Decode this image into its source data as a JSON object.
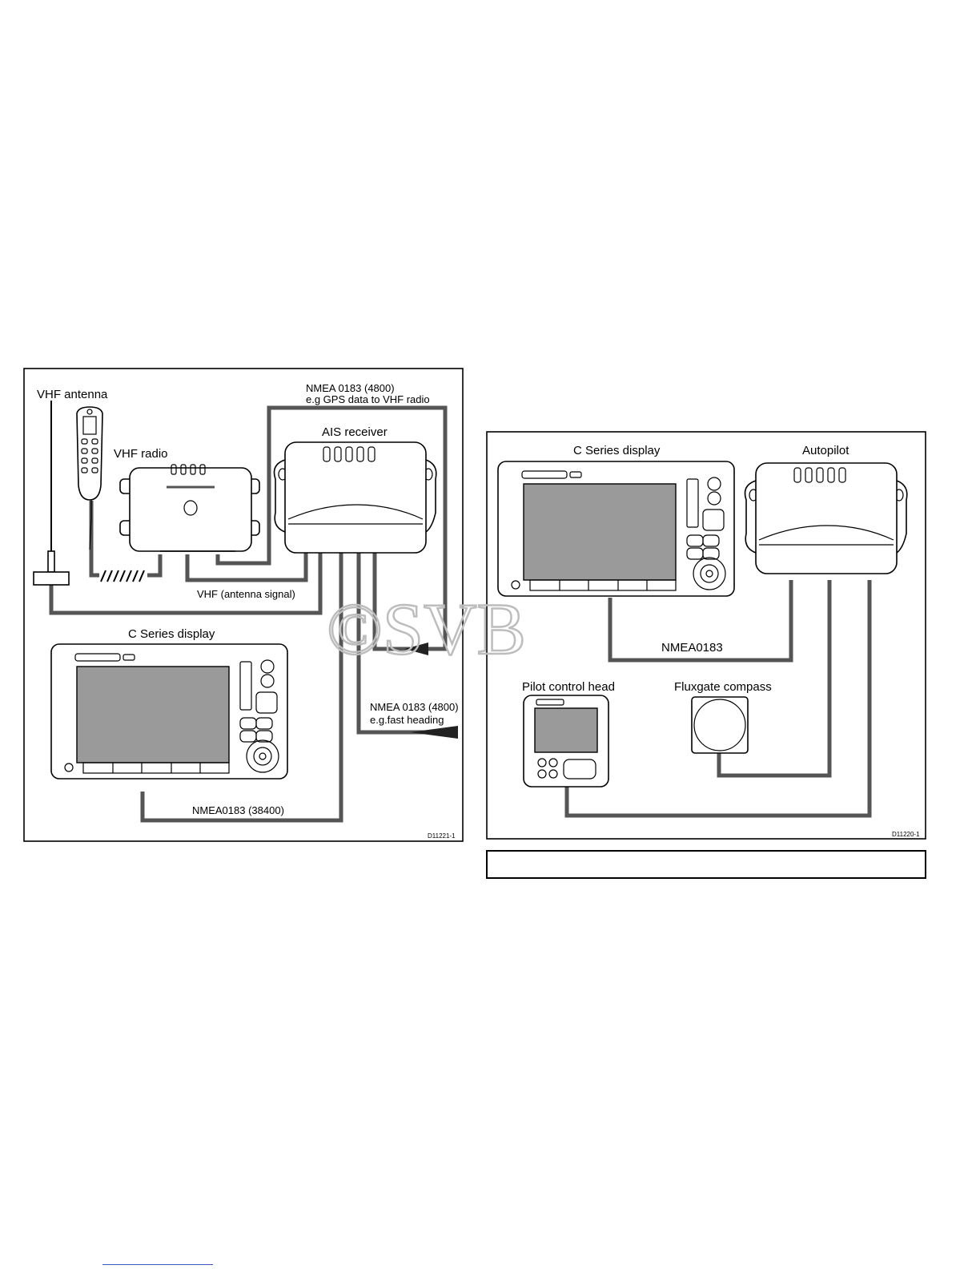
{
  "left_diagram": {
    "labels": {
      "vhf_antenna": "VHF antenna",
      "vhf_radio": "VHF radio",
      "ais_receiver": "AIS receiver",
      "nmea_gps_title": "NMEA 0183 (4800)",
      "nmea_gps_sub": "e.g GPS data to VHF radio",
      "vhf_antenna_signal": "VHF (antenna signal)",
      "c_series_display": "C Series display",
      "nmea_heading_title": "NMEA 0183 (4800)",
      "nmea_heading_sub": "e.g.fast heading",
      "nmea_38400": "NMEA0183 (38400)",
      "drawing_id": "D11221-1"
    }
  },
  "right_diagram": {
    "labels": {
      "c_series_display": "C Series display",
      "autopilot": "Autopilot",
      "nmea0183": "NMEA0183",
      "pilot_control_head": "Pilot control head",
      "fluxgate_compass": "Fluxgate compass",
      "drawing_id": "D11220-1"
    }
  },
  "watermark": "©SVB",
  "colors": {
    "wire": "#555555",
    "screen": "#9a9a9a",
    "watermark": "#bdbdbd"
  }
}
